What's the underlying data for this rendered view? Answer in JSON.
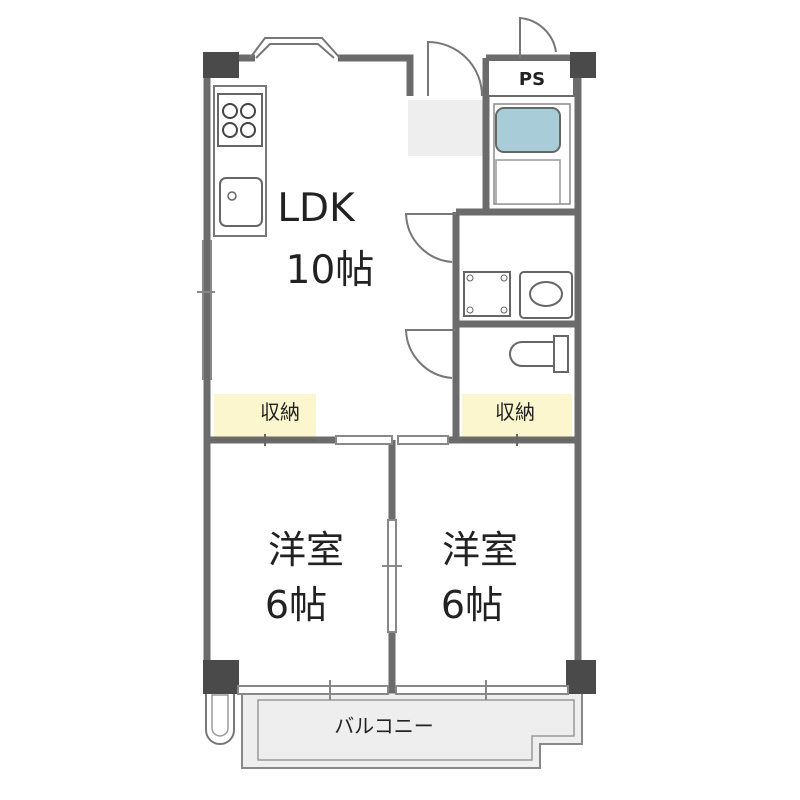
{
  "rooms": {
    "ldk": {
      "name": "LDK",
      "size": "10帖"
    },
    "bedroom_left": {
      "name": "洋室",
      "size": "6帖"
    },
    "bedroom_right": {
      "name": "洋室",
      "size": "6帖"
    }
  },
  "storage": {
    "left": "収納",
    "right": "収納"
  },
  "ps": "PS",
  "balcony": "バルコニー",
  "colors": {
    "wall": "#6b6b6b",
    "storage_fill": "#fcf6cf",
    "bath_fill": "#a9cdd8",
    "balcony_fill": "#eeeeee",
    "entrance_fill": "#eeeeee"
  }
}
